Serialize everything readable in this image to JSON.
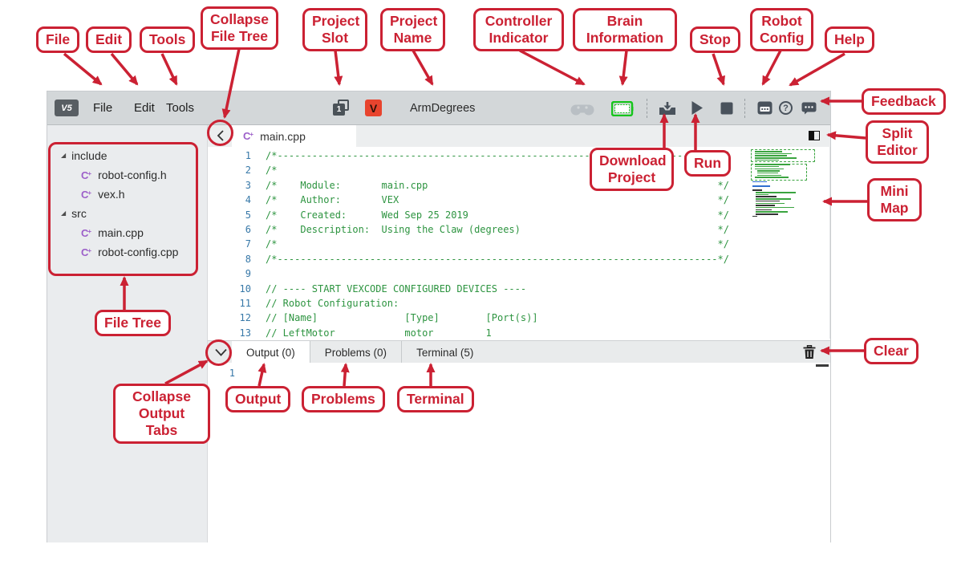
{
  "colors": {
    "annotation_red": "#cb2133",
    "code_green": "#2d9440",
    "gutter_blue": "#3778a8",
    "brain_green": "#16c51c",
    "icon_slate": "#49525c",
    "vex_red": "#e8442e",
    "cpp_purple": "#9c5fc9"
  },
  "menubar": {
    "logo": "V5",
    "menus": [
      "File",
      "Edit",
      "Tools"
    ],
    "project_slot": "1",
    "project_name": "ArmDegrees"
  },
  "editor": {
    "tab": "main.cpp"
  },
  "file_tree": {
    "folders": [
      {
        "name": "include",
        "files": [
          "robot-config.h",
          "vex.h"
        ]
      },
      {
        "name": "src",
        "files": [
          "main.cpp",
          "robot-config.cpp"
        ]
      }
    ]
  },
  "code": {
    "lines": [
      "/*----------------------------------------------------------------------------*/",
      "/*                                                                            */",
      "/*    Module:       main.cpp                                                  */",
      "/*    Author:       VEX                                                       */",
      "/*    Created:      Wed Sep 25 2019                                           */",
      "/*    Description:  Using the Claw (degrees)                                  */",
      "/*                                                                            */",
      "/*----------------------------------------------------------------------------*/",
      "",
      "// ---- START VEXCODE CONFIGURED DEVICES ----",
      "// Robot Configuration:",
      "// [Name]               [Type]        [Port(s)]",
      "// LeftMotor            motor         1"
    ]
  },
  "minimap": {
    "rows": [
      {
        "c": "g",
        "i": 3,
        "w": 34
      },
      {
        "c": "g",
        "i": 3,
        "w": 46
      },
      {
        "c": "g",
        "i": 3,
        "w": 40
      },
      {
        "c": "g",
        "i": 3,
        "w": 52
      },
      {
        "c": "g",
        "i": 3,
        "w": 30
      },
      {
        "c": "x",
        "i": 0,
        "w": 0
      },
      {
        "c": "g",
        "i": 3,
        "w": 44
      },
      {
        "c": "g",
        "i": 3,
        "w": 30
      },
      {
        "c": "g",
        "i": 3,
        "w": 36
      },
      {
        "c": "g",
        "i": 6,
        "w": 28
      },
      {
        "c": "g",
        "i": 6,
        "w": 26
      },
      {
        "c": "g",
        "i": 6,
        "w": 30
      },
      {
        "c": "g",
        "i": 3,
        "w": 42
      },
      {
        "c": "x",
        "i": 0,
        "w": 0
      },
      {
        "c": "b",
        "i": 0,
        "w": 18
      },
      {
        "c": "x",
        "i": 0,
        "w": 0
      },
      {
        "c": "b",
        "i": 0,
        "w": 22
      },
      {
        "c": "x",
        "i": 0,
        "w": 0
      },
      {
        "c": "k",
        "i": 0,
        "w": 12
      },
      {
        "c": "g",
        "i": 4,
        "w": 50
      },
      {
        "c": "g",
        "i": 4,
        "w": 16
      },
      {
        "c": "k",
        "i": 4,
        "w": 26
      },
      {
        "c": "g",
        "i": 4,
        "w": 44
      },
      {
        "c": "k",
        "i": 4,
        "w": 30
      },
      {
        "c": "g",
        "i": 4,
        "w": 36
      },
      {
        "c": "k",
        "i": 4,
        "w": 24
      },
      {
        "c": "g",
        "i": 4,
        "w": 48
      },
      {
        "c": "k",
        "i": 4,
        "w": 20
      },
      {
        "c": "g",
        "i": 4,
        "w": 40
      },
      {
        "c": "k",
        "i": 4,
        "w": 28
      },
      {
        "c": "k",
        "i": 0,
        "w": 6
      }
    ]
  },
  "output_panel": {
    "tabs": [
      {
        "label": "Output (0)"
      },
      {
        "label": "Problems (0)"
      },
      {
        "label": "Terminal (5)"
      }
    ],
    "gutter": "1"
  },
  "annotations": {
    "file": "File",
    "edit": "Edit",
    "tools": "Tools",
    "collapse_file_tree": "Collapse File Tree",
    "project_slot": "Project Slot",
    "project_name": "Project Name",
    "controller_indicator": "Controller Indicator",
    "brain_information": "Brain Information",
    "stop": "Stop",
    "robot_config": "Robot Config",
    "help": "Help",
    "feedback": "Feedback",
    "split_editor": "Split Editor",
    "mini_map": "Mini Map",
    "clear": "Clear",
    "download_project": "Download Project",
    "run": "Run",
    "file_tree": "File Tree",
    "collapse_output_tabs": "Collapse Output Tabs",
    "output": "Output",
    "problems": "Problems",
    "terminal": "Terminal"
  }
}
